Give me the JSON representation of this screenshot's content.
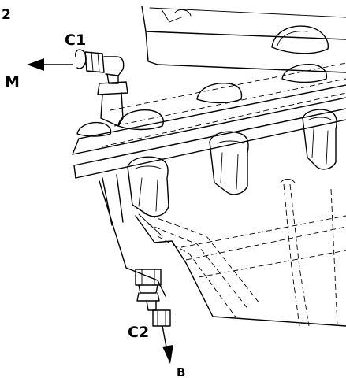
{
  "figure": {
    "number": "2",
    "labels": {
      "c1": "C1",
      "m": "M",
      "c2": "C2",
      "b": "B"
    }
  }
}
